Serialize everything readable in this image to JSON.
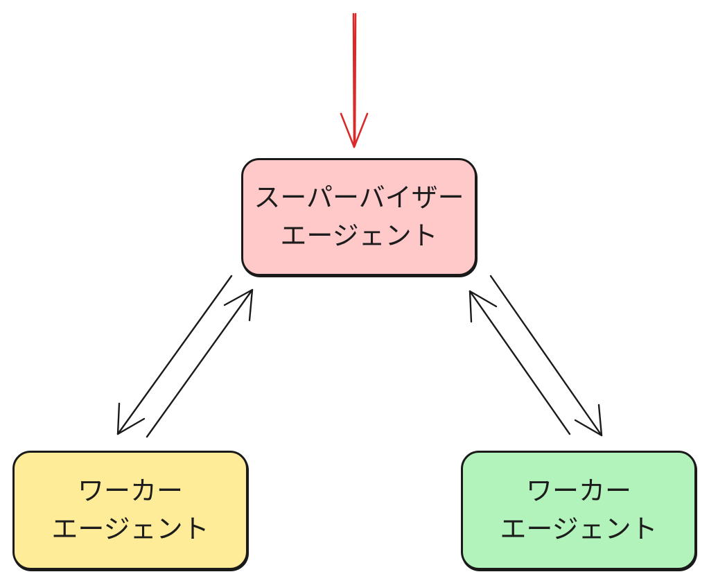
{
  "nodes": {
    "supervisor": {
      "line1": "スーパーバイザー",
      "line2": "エージェント",
      "fill": "#ffc9c9"
    },
    "worker_left": {
      "line1": "ワーカー",
      "line2": "エージェント",
      "fill": "#ffec99"
    },
    "worker_right": {
      "line1": "ワーカー",
      "line2": "エージェント",
      "fill": "#b2f2bb"
    }
  },
  "colors": {
    "input_arrow": "#d92a2a",
    "connector_arrow": "#1a1a1a",
    "stroke": "#1a1a1a"
  }
}
